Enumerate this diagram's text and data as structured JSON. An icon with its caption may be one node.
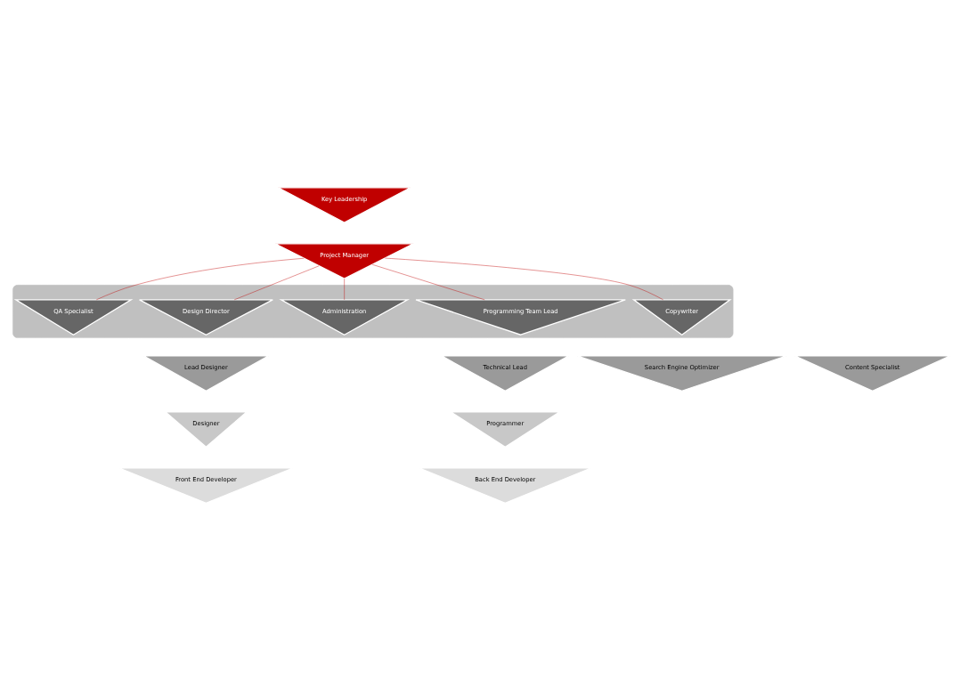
{
  "diagram": {
    "nodes": [
      {
        "text": [
          "Key Leadership"
        ]
      },
      {
        "text": [
          "Project Manager"
        ]
      },
      {
        "text": [],
        "shape": "band"
      },
      {
        "text": [
          "Design Director"
        ],
        "in": 2
      },
      {
        "text": [
          "Programming Team Lead"
        ],
        "in": 2
      },
      {
        "text": [
          "Administration"
        ],
        "in": 2
      },
      {
        "text": [
          "Copywriter"
        ],
        "in": 2
      },
      {
        "text": [
          "QA Specialist"
        ],
        "in": 2
      },
      {
        "text": [
          "Lead Designer"
        ]
      },
      {
        "text": [
          "Technical Lead"
        ]
      },
      {
        "text": [
          "Search Engine Optimizer"
        ]
      },
      {
        "text": [
          "Content Specialist"
        ]
      },
      {
        "text": [
          "Designer"
        ]
      },
      {
        "text": [
          "Programmer"
        ]
      },
      {
        "text": [
          "Front End Developer"
        ]
      },
      {
        "text": [
          "Back End Developer"
        ]
      }
    ],
    "edges": [
      {
        "from": 1,
        "to": 3,
        "arrow": "none",
        "color": "#c00000"
      },
      {
        "from": 1,
        "to": 4,
        "arrow": "none",
        "color": "#c00000"
      },
      {
        "from": 1,
        "to": 5,
        "arrow": "none",
        "color": "#c00000"
      },
      {
        "from": 1,
        "to": 6,
        "arrow": "none",
        "color": "#c00000"
      },
      {
        "from": 1,
        "to": 7,
        "arrow": "none",
        "color": "#c00000"
      }
    ]
  }
}
